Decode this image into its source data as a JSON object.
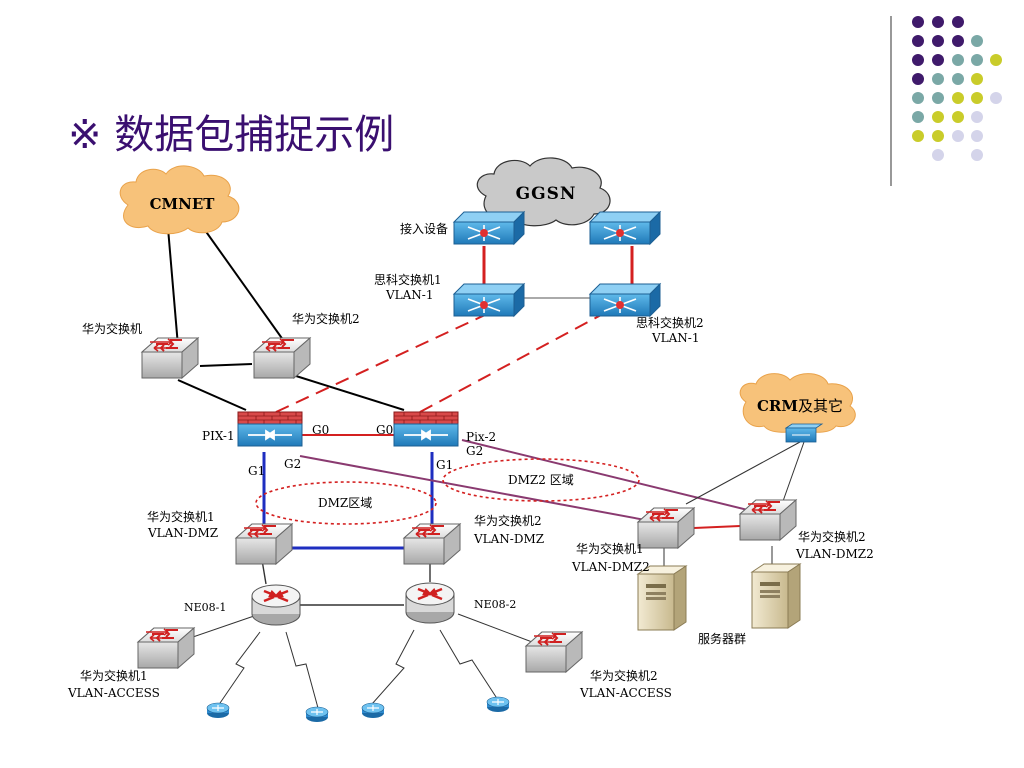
{
  "title": "※  数据包捕捉示例",
  "clouds": {
    "cmnet": "CMNET",
    "ggsn": "GGSN",
    "crm_prefix": "CRM",
    "crm_suffix": "及其它"
  },
  "labels": {
    "access_device": "接入设备",
    "cisco1_name": "思科交换机1",
    "cisco1_vlan": "VLAN-1",
    "cisco2_name": "思科交换机2",
    "cisco2_vlan": "VLAN-1",
    "hw_sw": "华为交换机",
    "hw_sw2": "华为交换机2",
    "pix1": "PIX-1",
    "pix2": "Pix-2",
    "pix1_g0": "G0",
    "pix1_g1": "G1",
    "pix1_g2": "G2",
    "pix2_g0": "G0",
    "pix2_g1": "G1",
    "pix2_g2": "G2",
    "dmz": "DMZ区域",
    "dmz2": "DMZ2 区域",
    "hw1_dmz_name": "华为交换机1",
    "hw1_dmz_vlan": "VLAN-DMZ",
    "hw2_dmz_name": "华为交换机2",
    "hw2_dmz_vlan": "VLAN-DMZ",
    "hw1_dmz2_name": "华为交换机1",
    "hw1_dmz2_vlan": "VLAN-DMZ2",
    "hw2_dmz2_name": "华为交换机2",
    "hw2_dmz2_vlan": "VLAN-DMZ2",
    "ne08_1": "NE08-1",
    "ne08_2": "NE08-2",
    "server_group": "服务器群",
    "hw1_access_name": "华为交换机1",
    "hw1_access_vlan": "VLAN-ACCESS",
    "hw2_access_name": "华为交换机2",
    "hw2_access_vlan": "VLAN-ACCESS"
  },
  "colors": {
    "title": "#3a0f70",
    "dot_purple": "#3f1a6b",
    "dot_teal": "#7aa8a6",
    "dot_yellow": "#c9cc2a",
    "dot_lavender": "#d4d4ea",
    "cloud_orange": "#f7c27a",
    "cloud_gray": "#c9c9c9",
    "link_red": "#d42020",
    "link_blue": "#1e2ec0",
    "link_purple": "#8a3a70"
  }
}
